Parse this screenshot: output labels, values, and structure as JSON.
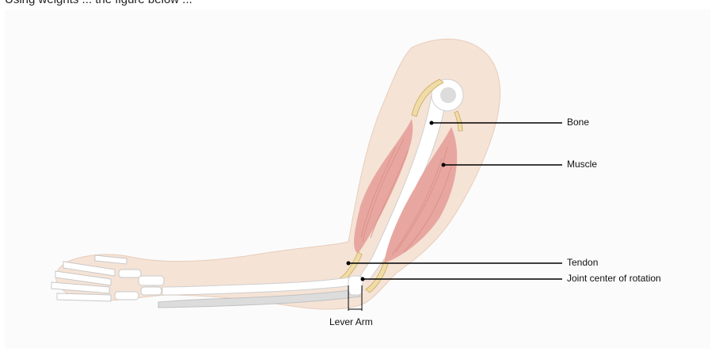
{
  "header_text": "Using weights ... the figure below ...",
  "labels": {
    "bone": "Bone",
    "muscle": "Muscle",
    "tendon": "Tendon",
    "joint": "Joint center of rotation",
    "lever_arm": "Lever Arm"
  },
  "colors": {
    "skin": "#f5e3d6",
    "skin_outline": "#e7cdbb",
    "muscle": "#e7a7a0",
    "muscle_fiber": "#d98c86",
    "bone": "#ffffff",
    "bone_outline": "#c8c8c8",
    "tendon": "#f0dca8",
    "tendon_outline": "#c9a95c",
    "leader_line": "#000000"
  }
}
